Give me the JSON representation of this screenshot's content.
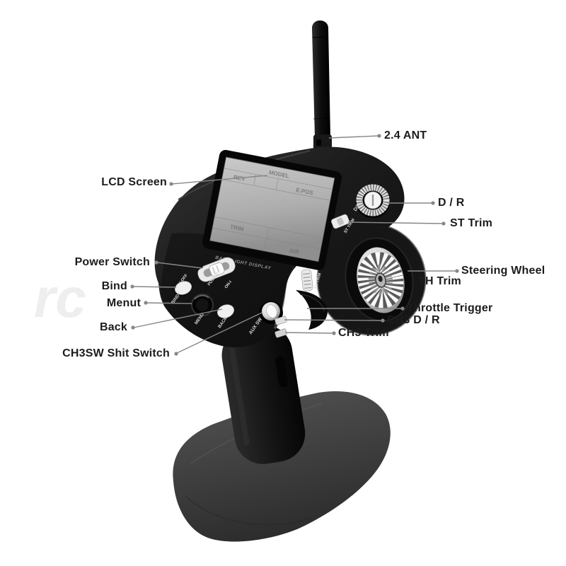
{
  "callouts": [
    {
      "label": "2.4 ANT"
    },
    {
      "label": "LCD Screen"
    },
    {
      "label": "D / R"
    },
    {
      "label": "ST Trim"
    },
    {
      "label": "Steering Wheel"
    },
    {
      "label": "TH Trim"
    },
    {
      "label": "Throttle Trigger"
    },
    {
      "label": "CH3 D / R"
    },
    {
      "label": "CH3 Trim"
    },
    {
      "label": "Power Switch"
    },
    {
      "label": "Bind"
    },
    {
      "label": "Menut"
    },
    {
      "label": "Back"
    },
    {
      "label": "CH3SW Shit Switch"
    }
  ],
  "device_printed_labels": {
    "power_off": "I-OFF",
    "power": "POWER",
    "power_on": "ON-I",
    "bind": "BIND",
    "menu": "MENU",
    "back": "BACK",
    "aux_sw": "AUX SW",
    "aux_trim": "AUX TRIM",
    "th_trim": "TH TRIM",
    "st_trim": "ST TRIM",
    "dr": "D/R"
  },
  "lcd_panel": {
    "model": "MODEL",
    "rev": "REV",
    "epos": "E.POS",
    "trim": "TRIM",
    "dr": "D/R",
    "caption": "BACK LIGHT DISPLAY"
  },
  "watermark": "rc",
  "colors": {
    "background": "#ffffff",
    "body": "#151515",
    "base": "#3e3e3e",
    "lcd_screen": "#b4b4b4",
    "chrome": "#e8e8e8",
    "leader_line": "#878787",
    "label_text": "#1c1c1c"
  }
}
